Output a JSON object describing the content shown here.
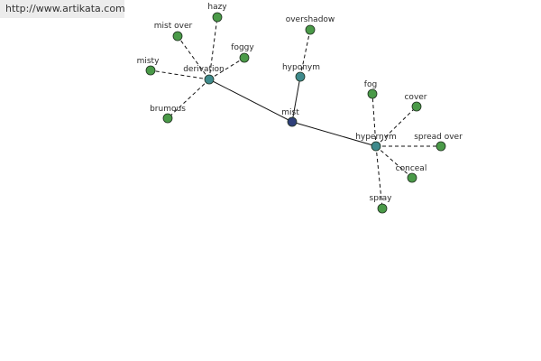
{
  "source_url": "http://www.artikata.com",
  "graph": {
    "center": {
      "label": "mist",
      "color": "#2f3f7a"
    },
    "hubs": [
      {
        "label": "derivation",
        "color": "#3f8a8c"
      },
      {
        "label": "hyponym",
        "color": "#3f8a8c"
      },
      {
        "label": "hypernym",
        "color": "#3f8a8c"
      }
    ],
    "leaves": [
      {
        "label": "hazy",
        "hub": "derivation"
      },
      {
        "label": "mist over",
        "hub": "derivation"
      },
      {
        "label": "foggy",
        "hub": "derivation"
      },
      {
        "label": "misty",
        "hub": "derivation"
      },
      {
        "label": "brumous",
        "hub": "derivation"
      },
      {
        "label": "overshadow",
        "hub": "hyponym"
      },
      {
        "label": "fog",
        "hub": "hypernym"
      },
      {
        "label": "cover",
        "hub": "hypernym"
      },
      {
        "label": "spread over",
        "hub": "hypernym"
      },
      {
        "label": "conceal",
        "hub": "hypernym"
      },
      {
        "label": "spray",
        "hub": "hypernym"
      }
    ],
    "leaf_color": "#4a9a48",
    "edge_color": "#111111"
  }
}
